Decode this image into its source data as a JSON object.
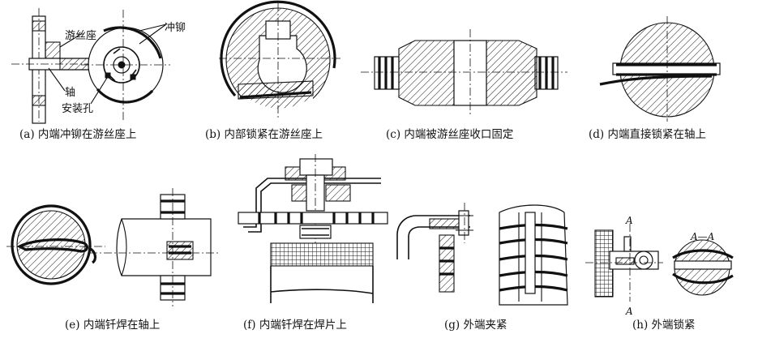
{
  "labels": {
    "hairspring_seat": "游丝座",
    "punch_rivet": "冲铆",
    "shaft": "轴",
    "mounting_hole": "安装孔",
    "section_a_top": "A",
    "section_a_bottom": "A",
    "section_aa": "A—A"
  },
  "captions": {
    "a": "(a) 内端冲铆在游丝座上",
    "b": "(b) 内部锁紧在游丝座上",
    "c": "(c) 内端被游丝座收口固定",
    "d": "(d) 内端直接锁紧在轴上",
    "e": "(e) 内端钎焊在轴上",
    "f": "(f) 内端钎焊在焊片上",
    "g": "(g) 外端夹紧",
    "h": "(h) 外端锁紧"
  }
}
